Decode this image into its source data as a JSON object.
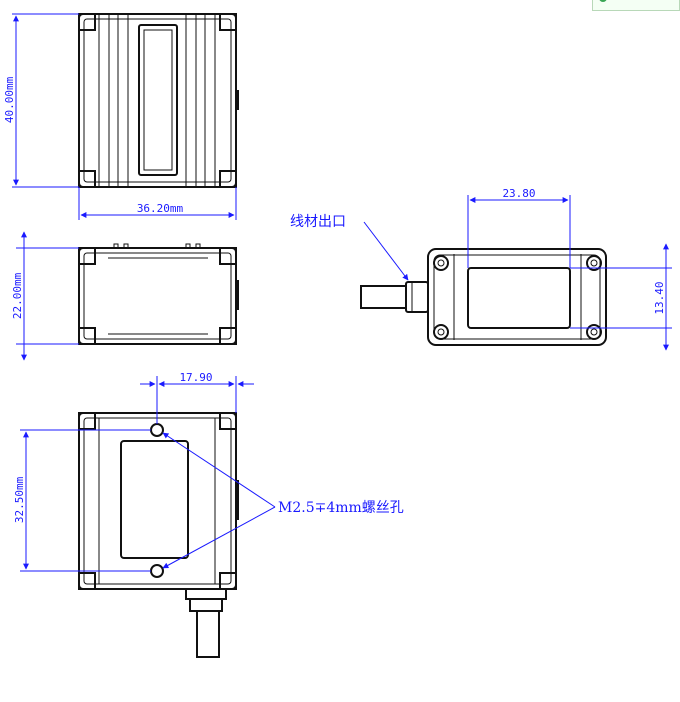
{
  "dimensions": {
    "front_height": "40.00mm",
    "front_width": "36.20mm",
    "side_height": "22.00mm",
    "right_width": "23.80",
    "right_height": "13.40",
    "bottom_hole_spacing": "17.90",
    "bottom_height": "32.50mm"
  },
  "labels": {
    "cable_outlet": "线材出口",
    "screw_hole": "M2.5∓4mm螺丝孔"
  },
  "colors": {
    "dimension": "#1a1aff",
    "outline": "#111111"
  }
}
